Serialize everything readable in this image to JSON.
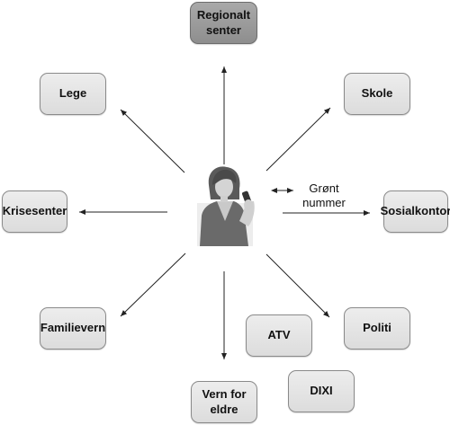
{
  "center": {
    "figure": "woman-with-phone-icon"
  },
  "boxes": {
    "regional": "Regionalt\nsenter",
    "lege": "Lege",
    "skole": "Skole",
    "krisesenter": "Krisesenter",
    "sosialkontor": "Sosialkontor",
    "familievern": "Familievern",
    "politi": "Politi",
    "atv": "ATV",
    "dixi": "DIXI",
    "vern": "Vern for\neldre"
  },
  "green_number": "Grønt\nnummer"
}
